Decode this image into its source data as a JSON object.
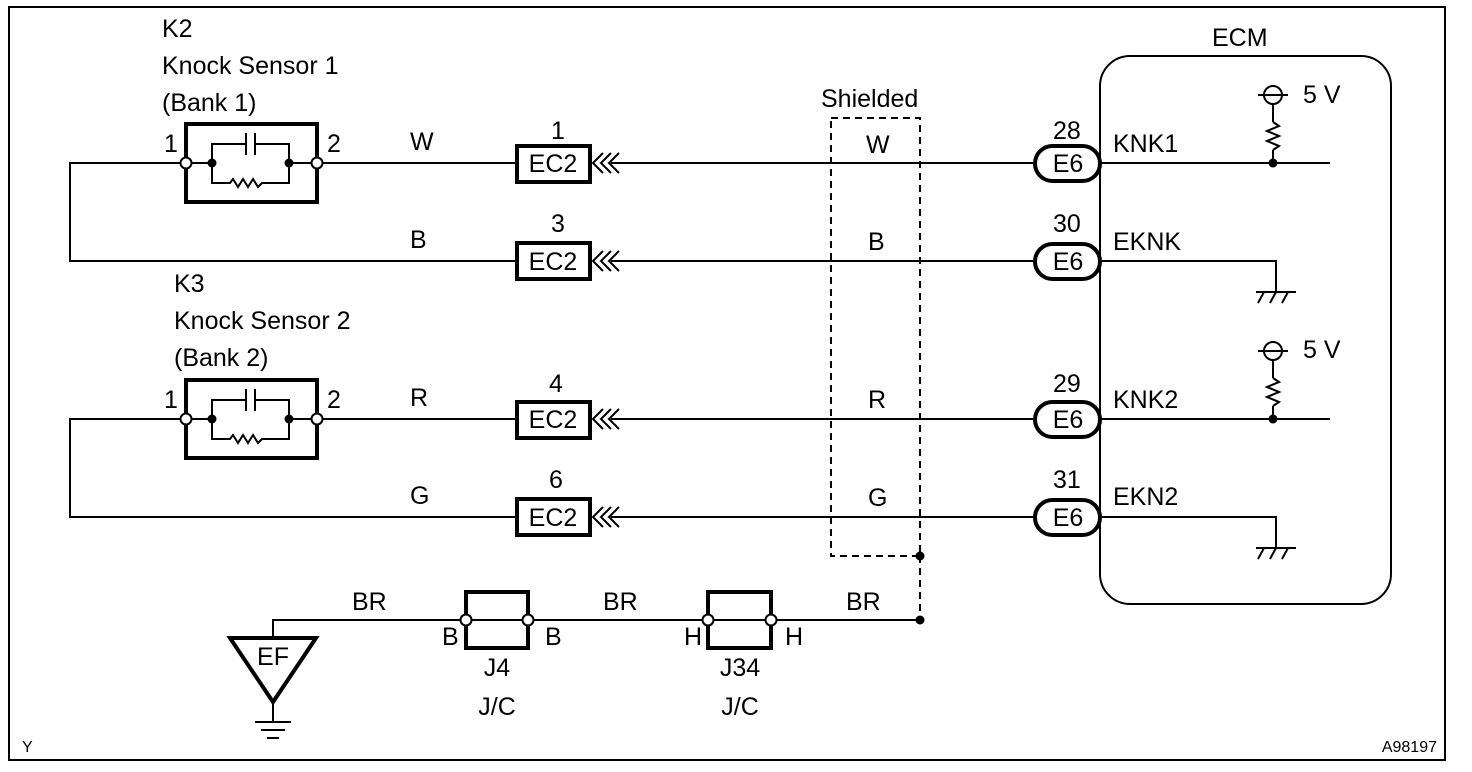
{
  "diagram": {
    "k2": {
      "code": "K2",
      "name": "Knock Sensor 1",
      "bank": "(Bank 1)",
      "pin1": "1",
      "pin2": "2"
    },
    "k3": {
      "code": "K3",
      "name": "Knock Sensor 2",
      "bank": "(Bank 2)",
      "pin1": "1",
      "pin2": "2"
    },
    "wires": [
      {
        "color": "W",
        "ec2_pin": "1",
        "ec2": "EC2",
        "e6_pin": "28",
        "e6": "E6",
        "signal": "KNK1"
      },
      {
        "color": "B",
        "ec2_pin": "3",
        "ec2": "EC2",
        "e6_pin": "30",
        "e6": "E6",
        "signal": "EKNK"
      },
      {
        "color": "R",
        "ec2_pin": "4",
        "ec2": "EC2",
        "e6_pin": "29",
        "e6": "E6",
        "signal": "KNK2"
      },
      {
        "color": "G",
        "ec2_pin": "6",
        "ec2": "EC2",
        "e6_pin": "31",
        "e6": "E6",
        "signal": "EKN2"
      }
    ],
    "shielded_label": "Shielded",
    "ecm_label": "ECM",
    "supply1": "5 V",
    "supply2": "5 V",
    "ground": {
      "label": "EF",
      "wire1": "BR",
      "wire2": "BR",
      "wire3": "BR"
    },
    "j4": {
      "left": "B",
      "right": "B",
      "name": "J4",
      "type": "J/C"
    },
    "j34": {
      "left": "H",
      "right": "H",
      "name": "J34",
      "type": "J/C"
    },
    "corner_left": "Y",
    "corner_right": "A98197"
  }
}
